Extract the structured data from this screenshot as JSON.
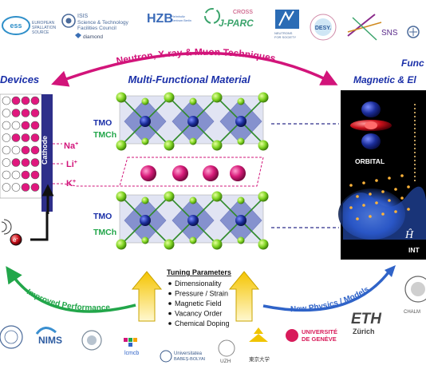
{
  "title_center": "Multi-Functional Material",
  "title_left": "Devices",
  "title_right_1": "Func",
  "title_right_2": "Magnetic & El",
  "arc_top_label": "Neutron, X-ray & Muon Techniques",
  "arc_left_label": "Improved Performance",
  "arc_right_label": "New Physics / Models",
  "cathode_label": "Cathode",
  "ions": {
    "na": "Na",
    "li": "Li",
    "k": "K",
    "sup": "+"
  },
  "electron": {
    "e": "e",
    "sup": "-"
  },
  "layer_labels": {
    "tmo": "TMO",
    "tmch": "TMCh"
  },
  "orbital_label": "ORBITAL",
  "right_bottom_label": "INT",
  "tuning": {
    "heading": "Tuning Parameters",
    "items": [
      "Dimensionality",
      "Pressure / Strain",
      "Magnetic Field",
      "Vacancy Order",
      "Chemical Doping"
    ]
  },
  "logos_top": {
    "ess": "EUROPEAN SPALLATION SOURCE",
    "isis_1": "ISIS",
    "isis_2": "Science & Technology",
    "isis_3": "Facilities Council",
    "diamond": "diamond",
    "hzb": "HZB",
    "hzb_sub": "Helmholtz Zentrum Berlin",
    "cross": "CROSS",
    "jparc": "J-PARC",
    "nfs": "NEUTRONS FOR SOCIETY",
    "desy": "DESY.",
    "sns": "SNS"
  },
  "logos_bottom": {
    "nims": "NIMS",
    "lcmcb": "lcmcb",
    "ubb_1": "Universitatea",
    "ubb_2": "BABEȘ-BOLYAI",
    "uzh": "UZH",
    "tokyo": "東京大学",
    "geneve_1": "UNIVERSITÉ",
    "geneve_2": "DE GENÈVE",
    "eth_1": "ETH",
    "eth_2": "Zürich",
    "chalmers": "CHALM"
  },
  "colors": {
    "blue_title": "#1a2fa8",
    "magenta": "#d2147a",
    "green": "#22a64a",
    "cathode": "#2e2f8a",
    "octahedron": "#3a4fb0",
    "chalcogen": "#7ed321",
    "ion": "#d81b7a"
  }
}
